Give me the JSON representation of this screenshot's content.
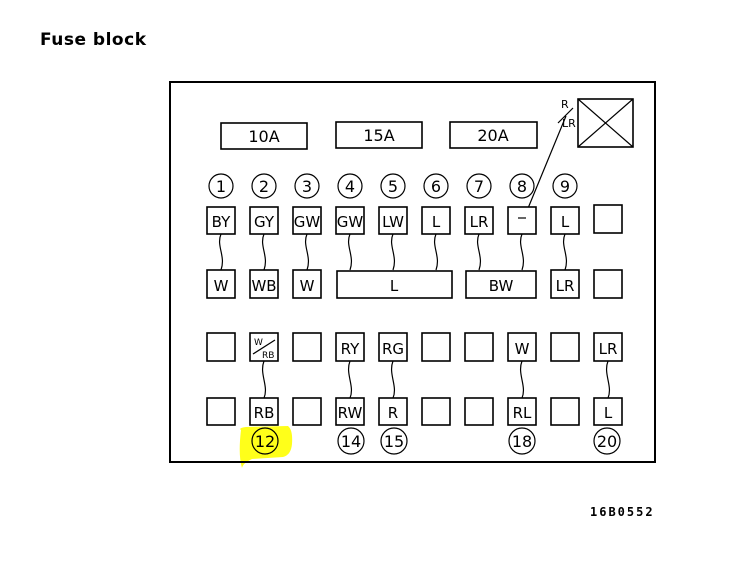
{
  "title": "Fuse block",
  "figure_code": "16B0552",
  "colors": {
    "line": "#000000",
    "highlight": "#ffff1a"
  },
  "fuse_ratings": [
    "10A",
    "15A",
    "20A"
  ],
  "top_numbers": [
    "1",
    "2",
    "3",
    "4",
    "5",
    "6",
    "7",
    "8",
    "9"
  ],
  "row1": [
    "BY",
    "GY",
    "GW",
    "GW",
    "LW",
    "L",
    "LR",
    "",
    "L",
    ""
  ],
  "row2_singles": [
    "W",
    "WB",
    "W",
    "LR"
  ],
  "row2_wide": [
    "L",
    "BW"
  ],
  "row3": [
    "",
    "W/RB",
    "",
    "RY",
    "RG",
    "",
    "",
    "W",
    "",
    "LR"
  ],
  "row4": [
    "",
    "RB",
    "",
    "RW",
    "R",
    "",
    "",
    "RL",
    "",
    "L"
  ],
  "bottom_numbers": [
    "12",
    "14",
    "15",
    "18",
    "20"
  ],
  "relay_labels": [
    "R",
    "LR"
  ],
  "w_over_rb": {
    "top": "W",
    "bottom": "RB"
  },
  "highlighted_number": "12"
}
